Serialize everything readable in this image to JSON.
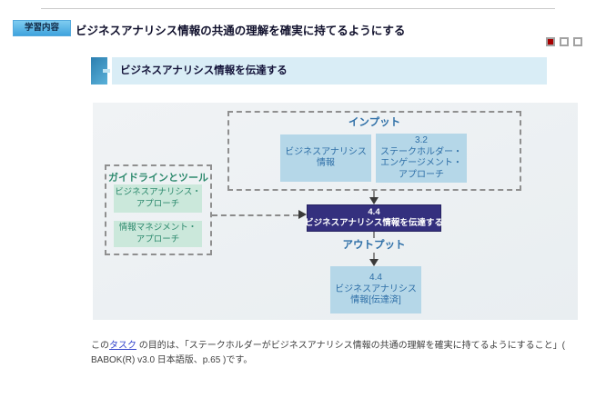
{
  "header": {
    "badge": "学習内容",
    "title": "ビジネスアナリシス情報の共通の理解を確実に持てるようにする"
  },
  "pager": {
    "items": [
      true,
      false,
      false
    ],
    "active_color": "#a80000"
  },
  "section": {
    "title": "ビジネスアナリシス情報を伝達する"
  },
  "diagram": {
    "inputs": {
      "label": "インプット",
      "boxes": [
        {
          "lines": [
            "ビジネスアナリシス",
            "情報"
          ]
        },
        {
          "lines": [
            "3.2",
            "ステークホルダー・",
            "エンゲージメント・",
            "アプローチ"
          ]
        }
      ]
    },
    "guidelines": {
      "label": "ガイドラインとツール",
      "boxes": [
        {
          "lines": [
            "ビジネスアナリシス・",
            "アプローチ"
          ]
        },
        {
          "lines": [
            "情報マネジメント・",
            "アプローチ"
          ]
        }
      ]
    },
    "task": {
      "lines": [
        "4.4",
        "ビジネスアナリシス情報を伝達する"
      ]
    },
    "output_label": "アウトプット",
    "output": {
      "lines": [
        "4.4",
        "ビジネスアナリシス",
        "情報[伝達済]"
      ]
    }
  },
  "footer": {
    "pre": "この",
    "link": "タスク",
    "line1_rest": " の目的は、「ステークホルダーがビジネスアナリシス情報の共通の理解を確実に持てるようにすること」(",
    "line2": "BABOK(R) v3.0 日本語版、p.65 )です。"
  },
  "colors": {
    "badge_bg": "#4FAFE2",
    "section_bar_bg": "#D9EDF6",
    "section_icon": "#3B93C2",
    "panel_bg": "#EDF1F3",
    "input_box_bg": "#B5D7E8",
    "input_text": "#2E6FA7",
    "guideline_box_bg": "#CBE8DB",
    "guideline_text": "#2E8A6E",
    "task_box_bg": "#34307E",
    "task_text": "#FFFFFF",
    "pager_active": "#A80000",
    "link_color": "#3344CC"
  }
}
